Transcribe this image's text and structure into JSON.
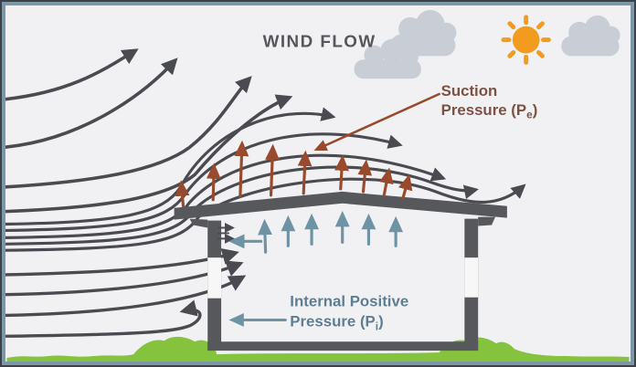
{
  "diagram": {
    "title_label": "WIND FLOW",
    "suction_label": {
      "line1": "Suction",
      "line2_pre": "Pressure (P",
      "sub": "e",
      "line2_post": ")"
    },
    "internal_label": {
      "line1": "Internal Positive",
      "line2_pre": "Pressure (P",
      "sub": "i",
      "line2_post": ")"
    }
  },
  "icons": {
    "sun": "sun-icon",
    "clouds": "cloud-icon",
    "streamlines": "wind-streamline-arrows",
    "suction_arrows": "suction-pressure-up-arrows",
    "internal_arrows": "internal-pressure-up-arrows"
  },
  "colors": {
    "background": "#f1f1f4",
    "frame_border": "#7b97a8",
    "frame_outer": "#3c4148",
    "streamline_gray": "#4a4b50",
    "building_gray": "#57585c",
    "suction_brown": "#9a4a2c",
    "suction_text_brown": "#7d5142",
    "internal_blue": "#6d93a4",
    "internal_text_blue": "#5d7e90",
    "grass_green": "#85c23d",
    "sun_orange": "#f39b1e",
    "cloud_gray": "#c9cdd5",
    "wind_text_gray": "#55565b"
  }
}
